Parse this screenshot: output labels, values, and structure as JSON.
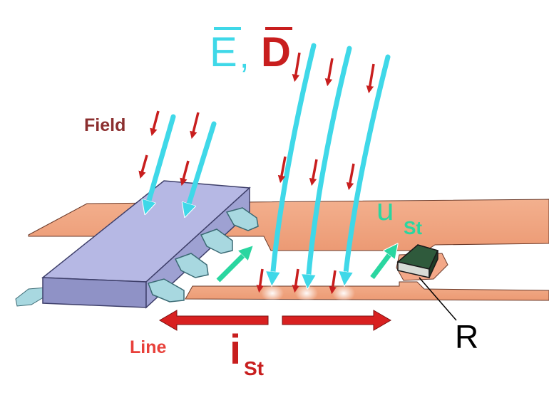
{
  "labels": {
    "field": "Field",
    "line": "Line",
    "resistor": "R",
    "e_symbol": "E",
    "comma": ",",
    "d_symbol": "D",
    "u_symbol": "u",
    "u_subscript": "St",
    "i_symbol": "i",
    "i_subscript": "St"
  },
  "colors": {
    "field_label": "#8b2e2e",
    "line_label": "#e8403a",
    "e_vector": "#3fd8e8",
    "d_vector": "#c81e1e",
    "u_vector": "#2ad6a0",
    "i_current": "#c81e1e",
    "trace": "#f0a07e",
    "chip_body": "#a7a9d8",
    "pins": "#a8d8e0",
    "resistor_body": "#2f5a3c",
    "current_arrow": "#d82020"
  },
  "icons": [
    "cyan-field-arrow-icon",
    "red-field-arrow-icon",
    "green-voltage-arrow-icon",
    "red-current-arrow-icon"
  ]
}
